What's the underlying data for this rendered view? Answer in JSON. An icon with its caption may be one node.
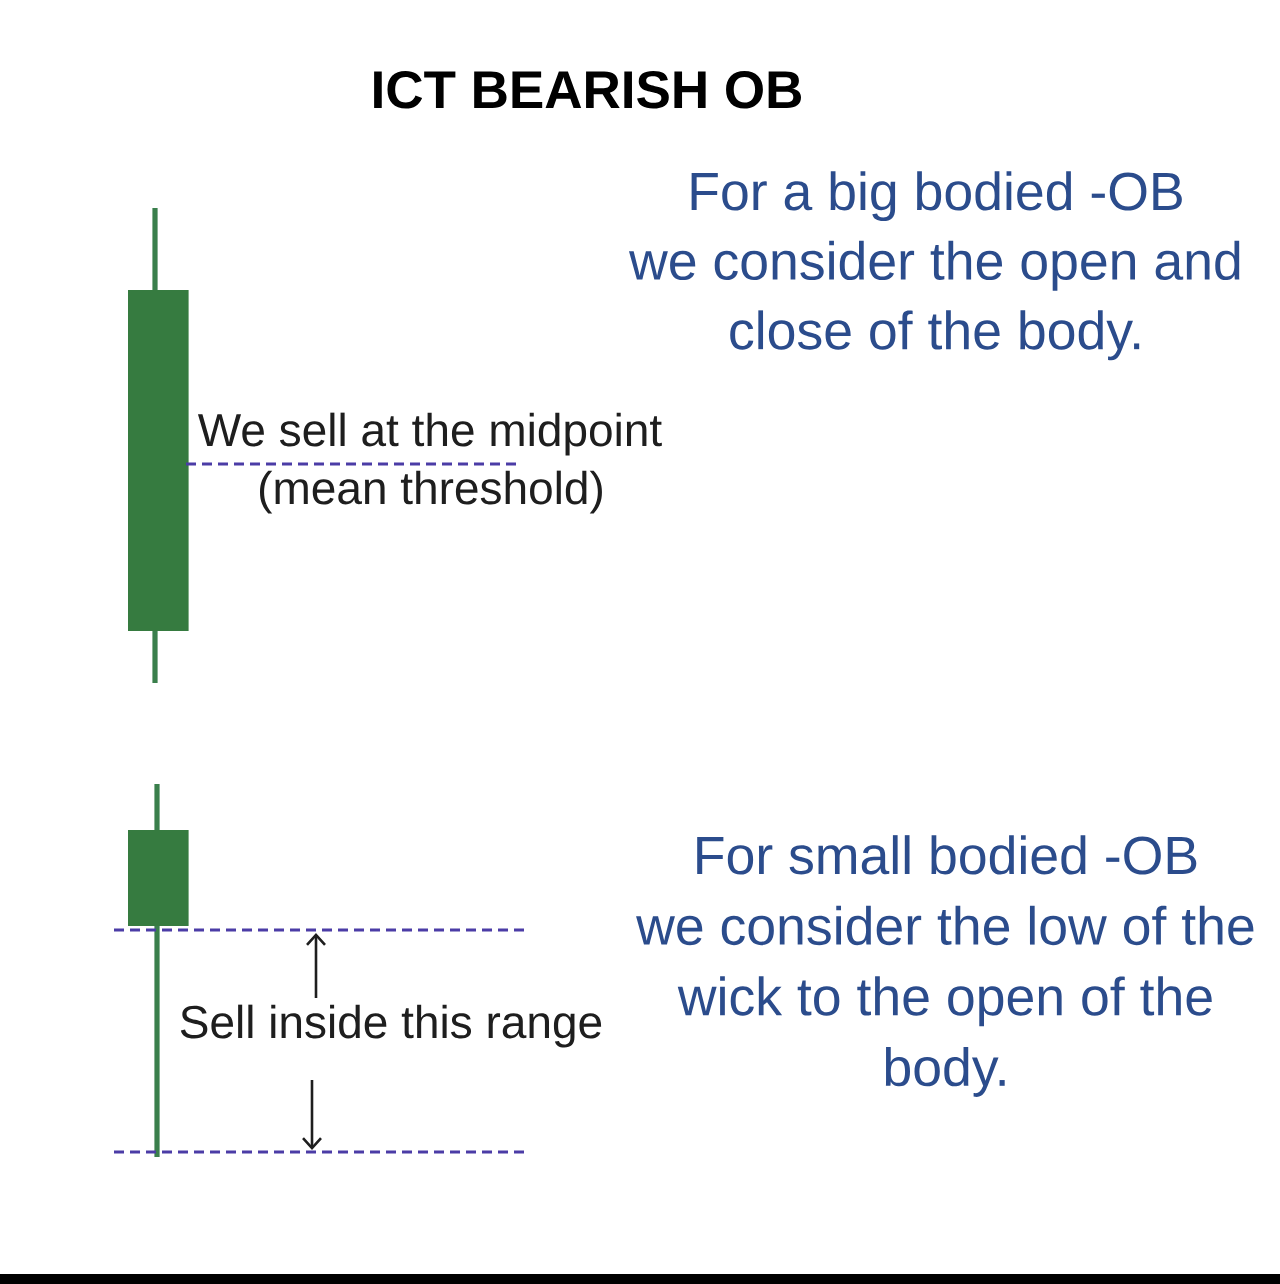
{
  "diagram": {
    "title": "ICT BEARISH OB",
    "labels": [
      "For a big bodied -OB we consider the open and close of the body.",
      "We sell at the midpoint",
      "(mean threshold)",
      "For small bodied -OB we consider the low of the wick to the open of the body.",
      "Sell inside this range"
    ]
  }
}
